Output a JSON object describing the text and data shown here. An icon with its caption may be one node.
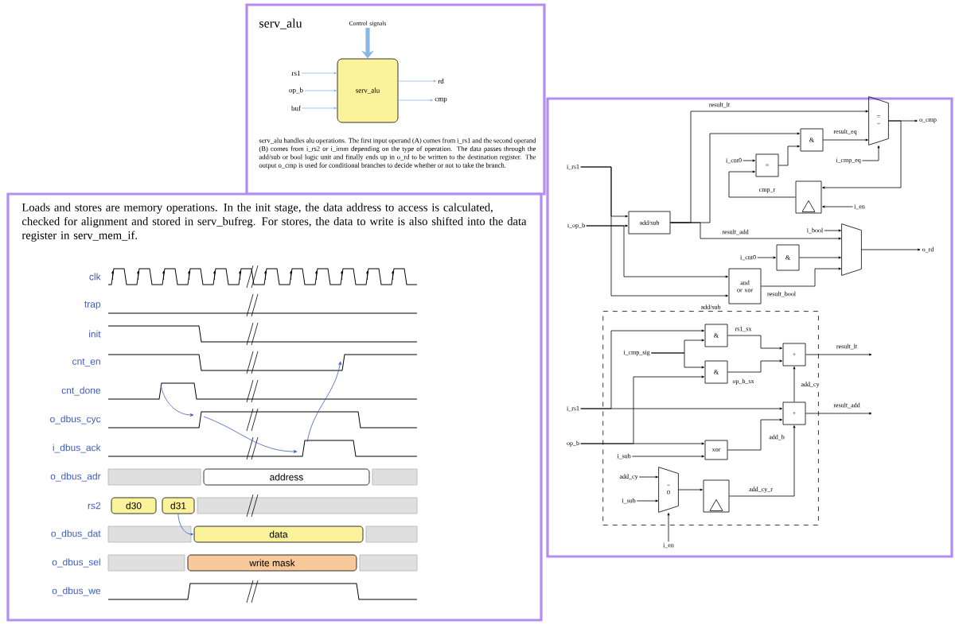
{
  "diagram": {
    "nodes": [
      {
        "text": [
          "serv_alu"
        ]
      },
      {
        "text": [
          "Control signals"
        ]
      },
      {
        "text": [
          "rs1"
        ]
      },
      {
        "text": [
          "op_b"
        ]
      },
      {
        "text": [
          "buf"
        ]
      },
      {
        "text": [
          "rd"
        ]
      },
      {
        "text": [
          "cmp"
        ]
      },
      {
        "text": [
          "i_rs1"
        ]
      },
      {
        "text": [
          "i_op_b"
        ]
      },
      {
        "text": [
          "add/sub"
        ]
      },
      {
        "text": [
          "i_cnt0"
        ]
      },
      {
        "text": [
          "="
        ]
      },
      {
        "text": [
          "&"
        ]
      },
      {
        "text": [
          "=",
          "−"
        ]
      },
      {
        "text": [
          "o_cmp"
        ]
      },
      {
        "text": [
          "i_cmp_eq"
        ]
      },
      {
        "text": [],
        "shape": "box"
      },
      {
        "text": [
          "i_en"
        ]
      },
      {
        "text": [
          "i_bool"
        ]
      },
      {
        "text": [
          "i_cnt0"
        ]
      },
      {
        "text": [
          "&"
        ]
      },
      {
        "text": [
          "and or xor"
        ]
      },
      {
        "text": [],
        "shape": "trapezoid"
      },
      {
        "text": [
          "o_rd"
        ]
      },
      {
        "text": [
          "add/sub"
        ]
      },
      {
        "text": [
          "i_cmp_sig"
        ],
        "in": 24
      },
      {
        "text": [
          "&"
        ],
        "in": 24
      },
      {
        "text": [
          "&"
        ],
        "in": 24
      },
      {
        "text": [
          "+"
        ],
        "in": 24
      },
      {
        "text": [
          "i_rs1"
        ]
      },
      {
        "text": [
          "op_b"
        ]
      },
      {
        "text": [
          "+"
        ],
        "in": 24
      },
      {
        "text": [
          "i_sub"
        ],
        "in": 24
      },
      {
        "text": [
          "xor"
        ],
        "in": 24
      },
      {
        "text": [
          "add_cy"
        ],
        "in": 24
      },
      {
        "text": [
          "i_sub"
        ],
        "in": 24
      },
      {
        "text": [
          "−",
          "0"
        ],
        "in": 24
      },
      {
        "text": [],
        "shape": "box",
        "in": 24
      },
      {
        "text": [
          "i_en"
        ]
      },
      {
        "text": [
          "address"
        ]
      },
      {
        "text": [
          "d30"
        ]
      },
      {
        "text": [
          "d31"
        ]
      },
      {
        "text": [
          "data"
        ]
      },
      {
        "text": [
          "write mask"
        ]
      }
    ],
    "edges": [
      {
        "from": 2,
        "to": 0,
        "arrow": "to",
        "color": "#8ab8e6"
      },
      {
        "from": 3,
        "to": 0,
        "arrow": "to",
        "color": "#8ab8e6"
      },
      {
        "from": 4,
        "to": 0,
        "arrow": "to",
        "color": "#8ab8e6"
      },
      {
        "from": 0,
        "to": 5,
        "arrow": "to",
        "color": "#8ab8e6"
      },
      {
        "from": 0,
        "to": 6,
        "arrow": "to",
        "color": "#8ab8e6"
      },
      {
        "from": 1,
        "to": 0,
        "arrow": "to",
        "style": "thick",
        "color": "#8ab8e6"
      },
      {
        "from": 7,
        "to": 9,
        "arrow": "to"
      },
      {
        "from": 8,
        "to": 9,
        "arrow": "to"
      },
      {
        "from": 7,
        "to": 21,
        "arrow": "to"
      },
      {
        "from": 8,
        "to": 21,
        "arrow": "to"
      },
      {
        "from": 9,
        "to": 13,
        "arrow": "to",
        "label": "result_lt"
      },
      {
        "from": 9,
        "to": 22,
        "arrow": "to",
        "label": "result_add"
      },
      {
        "from": 9,
        "to": 12,
        "arrow": "to"
      },
      {
        "from": 10,
        "to": 11,
        "arrow": "to"
      },
      {
        "from": 11,
        "to": 12,
        "arrow": "to"
      },
      {
        "from": 12,
        "to": 13,
        "arrow": "to",
        "label": "result_eq"
      },
      {
        "from": 15,
        "to": 13,
        "arrow": "to"
      },
      {
        "from": 13,
        "to": 14,
        "arrow": "to"
      },
      {
        "from": 13,
        "to": 16,
        "arrow": "to"
      },
      {
        "from": 16,
        "to": 11,
        "arrow": "to",
        "label": "cmp_r"
      },
      {
        "from": 17,
        "to": 16,
        "arrow": "to"
      },
      {
        "from": 19,
        "to": 20,
        "arrow": "to"
      },
      {
        "from": 20,
        "to": 22,
        "arrow": "to"
      },
      {
        "from": 18,
        "to": 22,
        "arrow": "to"
      },
      {
        "from": 21,
        "to": 22,
        "arrow": "to",
        "label": "result_bool"
      },
      {
        "from": 22,
        "to": 23,
        "arrow": "to"
      },
      {
        "from": 29,
        "to": 26,
        "arrow": "to"
      },
      {
        "from": 29,
        "to": 31,
        "arrow": "to"
      },
      {
        "from": 25,
        "to": 26,
        "arrow": "to"
      },
      {
        "from": 25,
        "to": 27,
        "arrow": "to"
      },
      {
        "from": 30,
        "to": 27,
        "arrow": "to"
      },
      {
        "from": 30,
        "to": 33,
        "arrow": "to"
      },
      {
        "from": 26,
        "to": 28,
        "arrow": "to",
        "label": "rs1_sx"
      },
      {
        "from": 27,
        "to": 28,
        "arrow": "to",
        "label": "op_b_sx"
      },
      {
        "from": 28,
        "to": null,
        "arrow": "to",
        "label": "result_lt"
      },
      {
        "from": 31,
        "to": 28,
        "arrow": "to",
        "label": "add_cy"
      },
      {
        "from": 31,
        "to": null,
        "arrow": "to",
        "label": "result_add"
      },
      {
        "from": 33,
        "to": 31,
        "arrow": "to",
        "label": "add_b"
      },
      {
        "from": 32,
        "to": 33,
        "arrow": "to"
      },
      {
        "from": 34,
        "to": 36,
        "arrow": "to"
      },
      {
        "from": 35,
        "to": 36,
        "arrow": "to"
      },
      {
        "from": 38,
        "to": 36,
        "arrow": "to"
      },
      {
        "from": 36,
        "to": 37,
        "arrow": "to"
      },
      {
        "from": 37,
        "to": 31,
        "arrow": "to",
        "label": "add_cy_r"
      },
      {
        "from": 41,
        "to": 42,
        "arrow": "to",
        "color": "#3b5bbf"
      }
    ],
    "labels": [
      "serv_alu",
      "serv_alu handles alu operations. The first input operand (A) comes from i_rs1 and the second operand (B) comes from i_rs2 or i_imm depending on the type of operation. The data passes through the add/sub or bool logic unit and finally ends up in o_rd to be written to the destination register. The output o_cmp is used for conditional branches to decide whether or not to take the branch.",
      "Loads and stores are memory operations. In the init stage, the data address to access is calculated, checked for alignment and stored in serv_bufreg. For stores, the data to write is also shifted into the data register in serv_mem_if.",
      "clk",
      "trap",
      "init",
      "cnt_en",
      "cnt_done",
      "o_dbus_cyc",
      "i_dbus_ack",
      "o_dbus_adr",
      "rs2",
      "o_dbus_dat",
      "o_dbus_sel",
      "o_dbus_we"
    ]
  }
}
